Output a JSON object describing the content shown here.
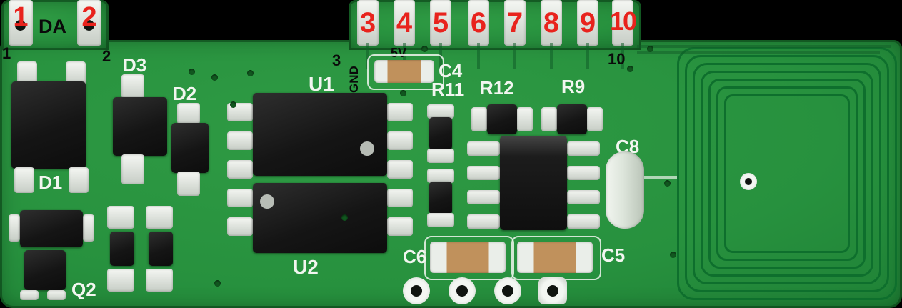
{
  "board": {
    "description": "Green RFID reader module PCB photo with antenna coil",
    "colors": {
      "background": "#000000",
      "board_green": "#2f9b44",
      "coil_trace": "#0e6f2d",
      "pad_silver": "#e8ece7",
      "ic_black": "#161616",
      "capacitor_tan": "#c0915c",
      "pin_number_red": "#e8231d",
      "silkscreen_white": "#f2f6f0",
      "text_black": "#0a0a0a",
      "hole_dark": "#101410"
    },
    "top_left_pins": [
      {
        "number": "1"
      },
      {
        "number": "2"
      }
    ],
    "top_right_pins": [
      {
        "number": "3"
      },
      {
        "number": "4"
      },
      {
        "number": "5"
      },
      {
        "number": "6"
      },
      {
        "number": "7"
      },
      {
        "number": "8"
      },
      {
        "number": "9"
      },
      {
        "number": "10"
      }
    ],
    "edge_labels": {
      "da": "DA",
      "n1": "1",
      "n2": "2",
      "n3": "3",
      "n10": "10",
      "gnd": "GND",
      "v5": "5V"
    },
    "component_labels": {
      "d1": "D1",
      "d2": "D2",
      "d3": "D3",
      "u1": "U1",
      "u2": "U2",
      "q2": "Q2",
      "c4": "C4",
      "c5": "C5",
      "c6": "C6",
      "c8": "C8",
      "r9": "R9",
      "r11": "R11",
      "r12": "R12"
    }
  }
}
